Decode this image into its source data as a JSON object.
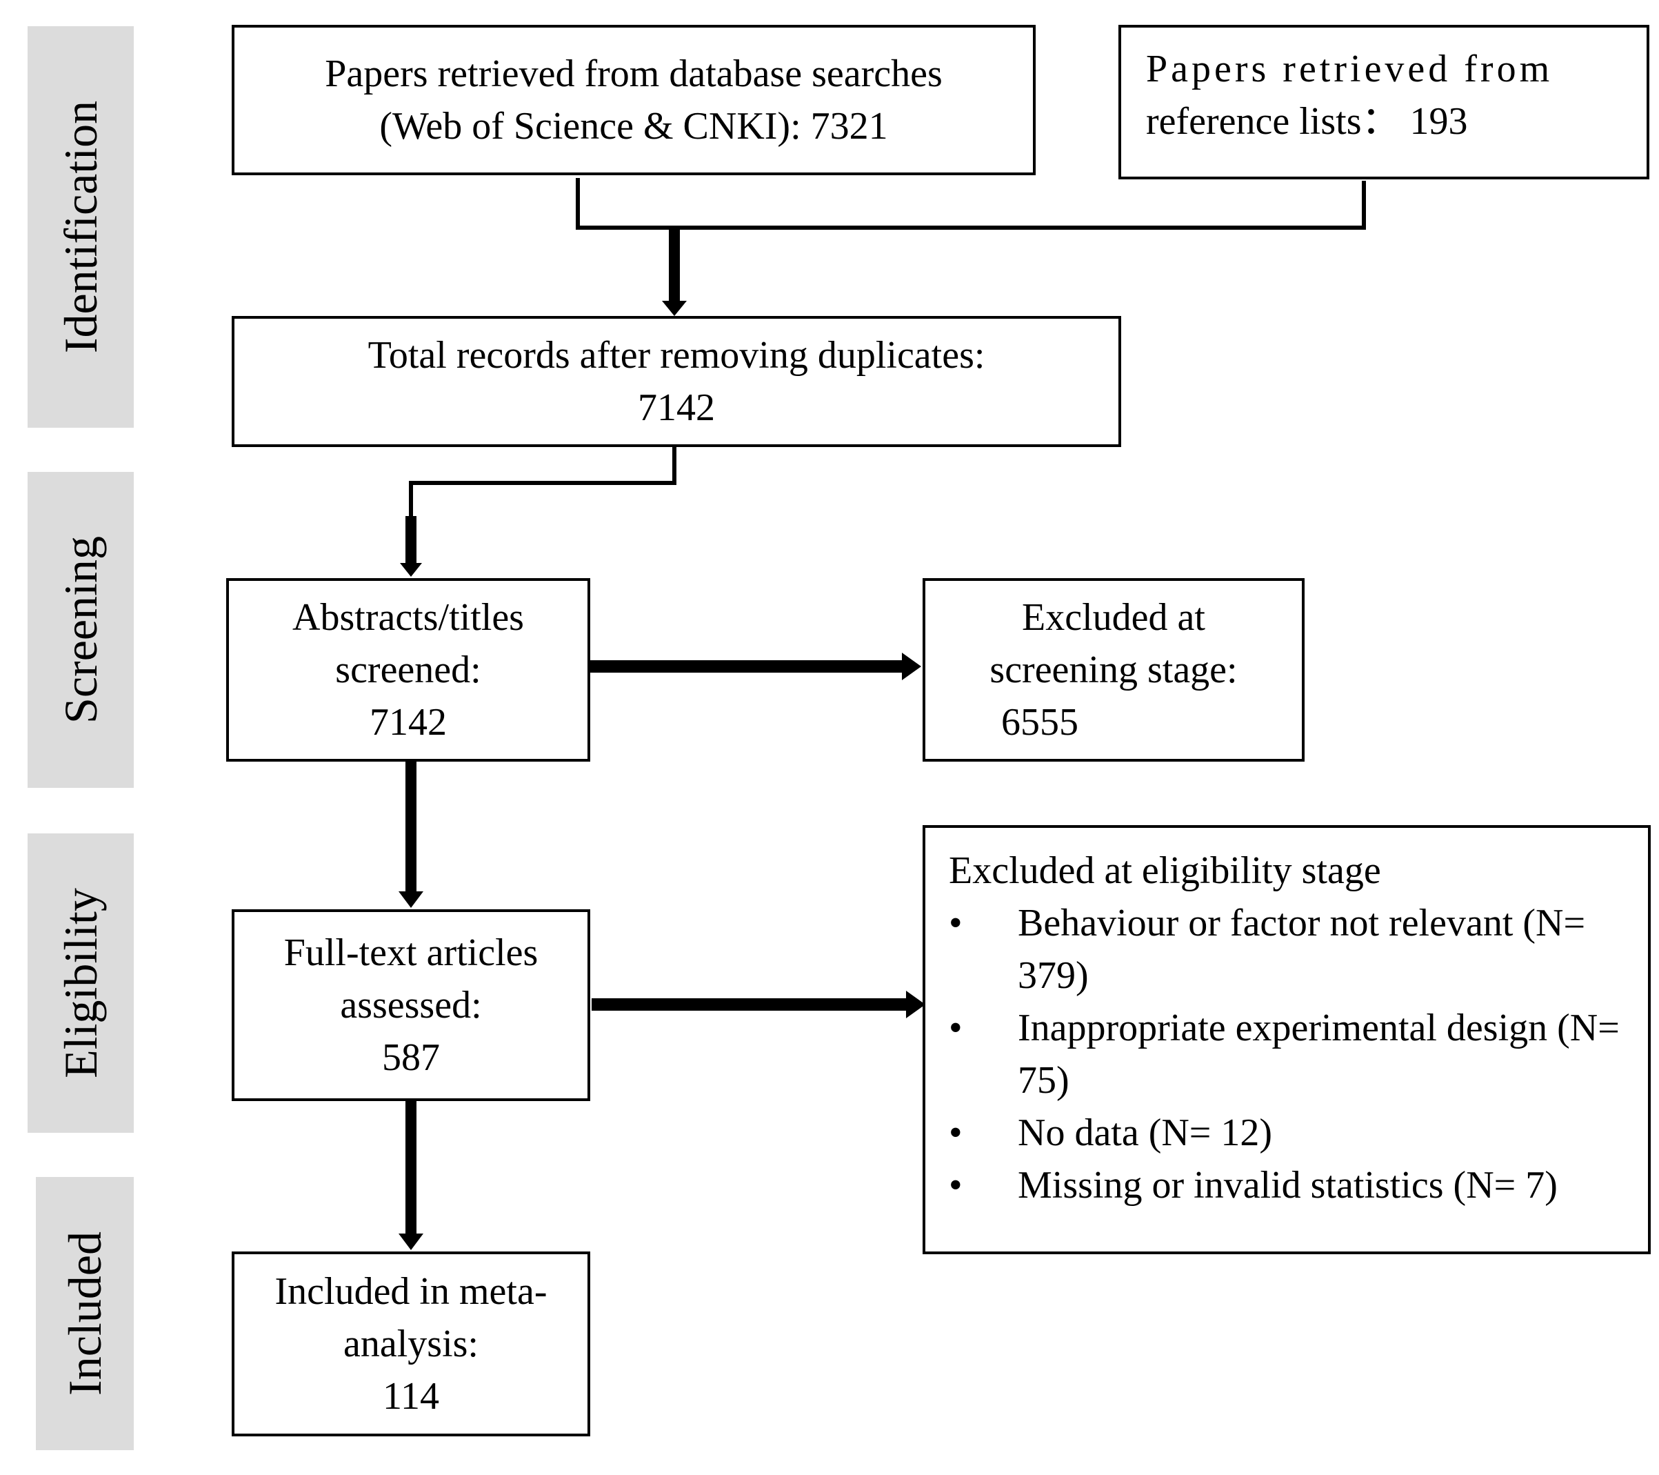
{
  "stages": {
    "identification": "Identification",
    "screening": "Screening",
    "eligibility": "Eligibility",
    "included": "Included"
  },
  "boxes": {
    "database_search": {
      "line1": "Papers retrieved from database searches",
      "line2": "(Web of Science & CNKI): 7321"
    },
    "reference_lists": {
      "line1": "Papers retrieved from",
      "line2": "reference lists： 193"
    },
    "deduplicated": {
      "line1": "Total records after removing duplicates:",
      "line2": "7142"
    },
    "screened": {
      "line1": "Abstracts/titles",
      "line2": "screened:",
      "line3": "7142"
    },
    "excluded_screening": {
      "line1": "Excluded at",
      "line2": "screening stage:",
      "line3": "6555"
    },
    "full_text": {
      "line1": "Full-text articles",
      "line2": "assessed:",
      "line3": "587"
    },
    "excluded_eligibility": {
      "heading": "Excluded at eligibility stage",
      "bullet": "•",
      "reasons": [
        "Behaviour or factor not relevant (N= 379)",
        "Inappropriate experimental design (N= 75)",
        "No data (N= 12)",
        "Missing or invalid statistics (N= 7)"
      ]
    },
    "included": {
      "line1": "Included in meta-",
      "line2": "analysis:",
      "line3": "114"
    }
  }
}
